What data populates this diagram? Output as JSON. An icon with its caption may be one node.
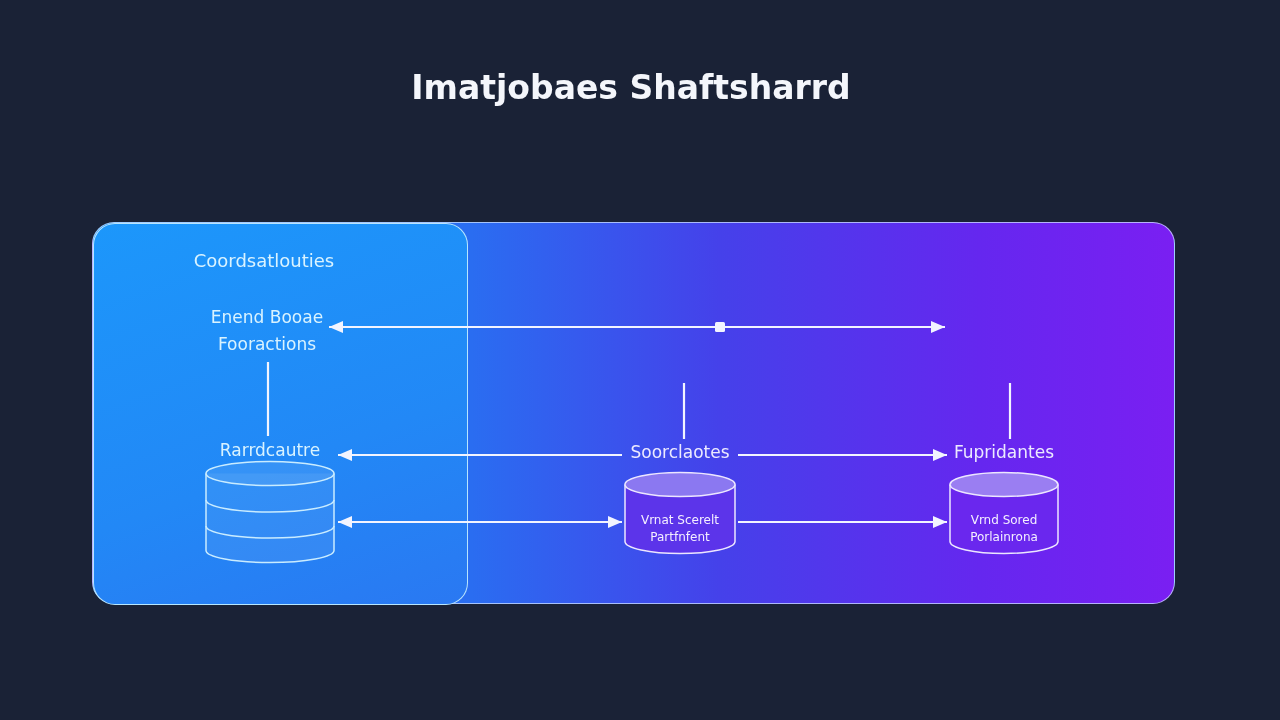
{
  "diagram": {
    "title": "Imatjobaes Shaftsharrd",
    "nodes": [
      {
        "text": [],
        "shape": "box"
      },
      {
        "text": [
          "Coordsatlouties"
        ],
        "in": 0
      },
      {
        "text": [
          "Enend Booae Fooractions"
        ],
        "in": 1
      },
      {
        "text": [
          "Rarrdcautre"
        ],
        "in": 1
      },
      {
        "text": [
          "Soorclaotes",
          "Vrnat Scerelt Partfnfent"
        ],
        "in": 0
      },
      {
        "text": [
          "Fupridantes",
          "Vrnd Sored Porlainrona"
        ],
        "in": 0
      }
    ],
    "edges": [
      {
        "from": null,
        "to": 2,
        "arrow": "both"
      },
      {
        "from": 2,
        "to": 3,
        "arrow": "none"
      },
      {
        "from": null,
        "to": 4,
        "arrow": "none"
      },
      {
        "from": null,
        "to": 5,
        "arrow": "none"
      },
      {
        "from": 4,
        "to": 3,
        "arrow": "to"
      },
      {
        "from": 4,
        "to": 5,
        "arrow": "to"
      },
      {
        "from": 3,
        "to": 4,
        "arrow": "both"
      },
      {
        "from": 4,
        "to": 5,
        "arrow": "to"
      }
    ]
  }
}
